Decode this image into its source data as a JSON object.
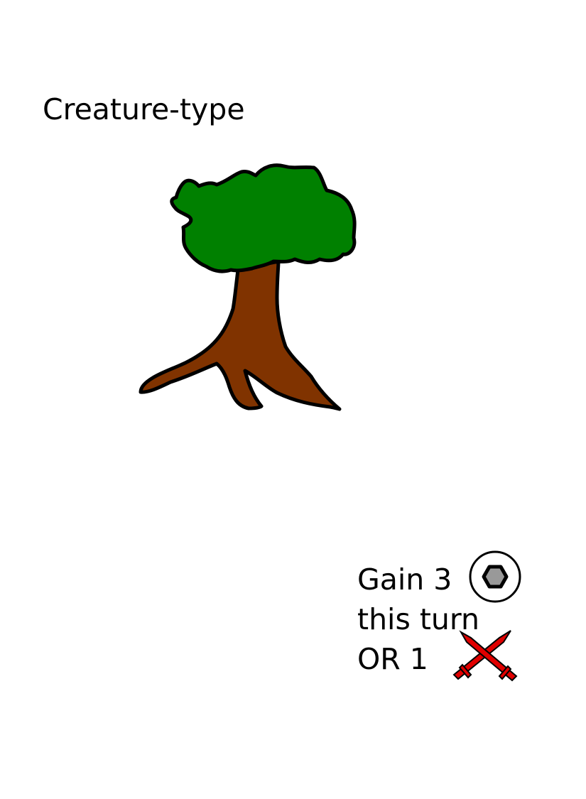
{
  "card": {
    "type_line": "Creature-type",
    "art": {
      "subject": "tree-illustration",
      "colors": {
        "foliage": "#008000",
        "trunk": "#803300",
        "outline": "#000000"
      }
    },
    "effect": {
      "line1": "Gain 3",
      "line2": "this turn",
      "line3": "OR 1",
      "icons": {
        "resource": "hexagon-resource-icon",
        "combat": "crossed-swords-icon"
      },
      "colors": {
        "hexagon": "#999999",
        "swords": "#e00000"
      }
    }
  }
}
